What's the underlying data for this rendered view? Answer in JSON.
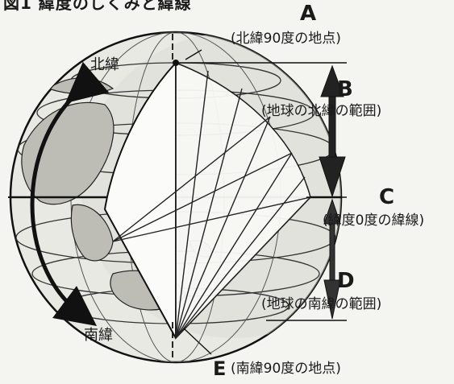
{
  "title": "図1 緯度のしくみと緯線",
  "labels": {
    "north": "北緯",
    "south": "南緯",
    "A": "A",
    "A_desc": "(北緯90度の地点)",
    "B": "B",
    "B_desc": "(地球の北緯の範囲)",
    "C": "C",
    "C_desc": "(緯度0度の緯線)",
    "D": "D",
    "D_desc": "(地球の南緯の範囲)",
    "E": "E",
    "E_desc": "(南緯90度の地点)"
  }
}
